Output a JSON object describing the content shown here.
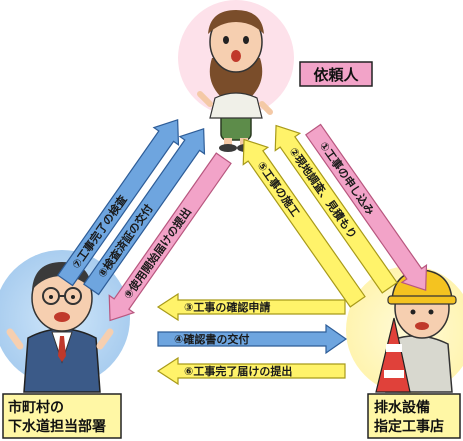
{
  "actors": {
    "client": {
      "label": "依頼人"
    },
    "municipality": {
      "label_line1": "市町村の",
      "label_line2": "下水道担当部署"
    },
    "contractor": {
      "label_line1": "排水設備",
      "label_line2": "指定工事店"
    }
  },
  "arrows": {
    "left_outer": "⑦工事完了の検査",
    "left_middle": "⑧検査済証の交付",
    "left_inner": "⑨使用開始届けの提出",
    "right_outer": "①工事の申し込み",
    "right_middle": "②現地調査、見積もり",
    "right_inner": "⑤工事の施工",
    "bottom_top": "③工事の確認申請",
    "bottom_middle": "④確認書の交付",
    "bottom_bottom": "⑥工事完了届けの提出"
  },
  "colors": {
    "blue_arrow": "#6ea5df",
    "yellow_arrow": "#fff36a",
    "pink_label": "#f2a3c8",
    "label_bg": "#fff7a5"
  }
}
